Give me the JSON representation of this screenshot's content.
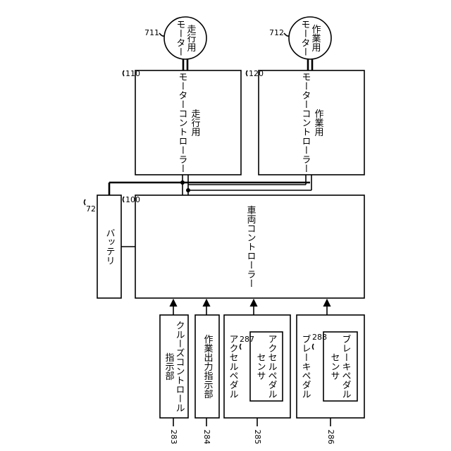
{
  "motors": {
    "drive": {
      "label": "走行用モーター",
      "label_l1": "走行用",
      "label_l2": "モーター",
      "ref": "711"
    },
    "work": {
      "label": "作業用モーター",
      "label_l1": "作業用",
      "label_l2": "モーター",
      "ref": "712"
    }
  },
  "controllers": {
    "drive": {
      "label_l1": "走行用",
      "label_l2": "モーターコントローラー",
      "ref": "110"
    },
    "work": {
      "label_l1": "作業用",
      "label_l2": "モーターコントローラー",
      "ref": "120"
    },
    "vehicle": {
      "label": "車両コントローラー",
      "ref": "100"
    }
  },
  "battery": {
    "label": "バッテリ",
    "ref": "72"
  },
  "inputs": {
    "cruise": {
      "label_l1": "クルーズコントロール",
      "label_l2": "指示部",
      "ref": "283"
    },
    "work_output": {
      "label": "作業出力指示部",
      "ref": "284"
    },
    "accel": {
      "label": "アクセルペダル",
      "ref": "285",
      "sensor_l1": "アクセルペダル",
      "sensor_l2": "センサ",
      "sensor_ref": "287"
    },
    "brake": {
      "label": "ブレーキペダル",
      "ref": "286",
      "sensor_l1": "ブレーキペダル",
      "sensor_l2": "センサ",
      "sensor_ref": "288"
    }
  }
}
